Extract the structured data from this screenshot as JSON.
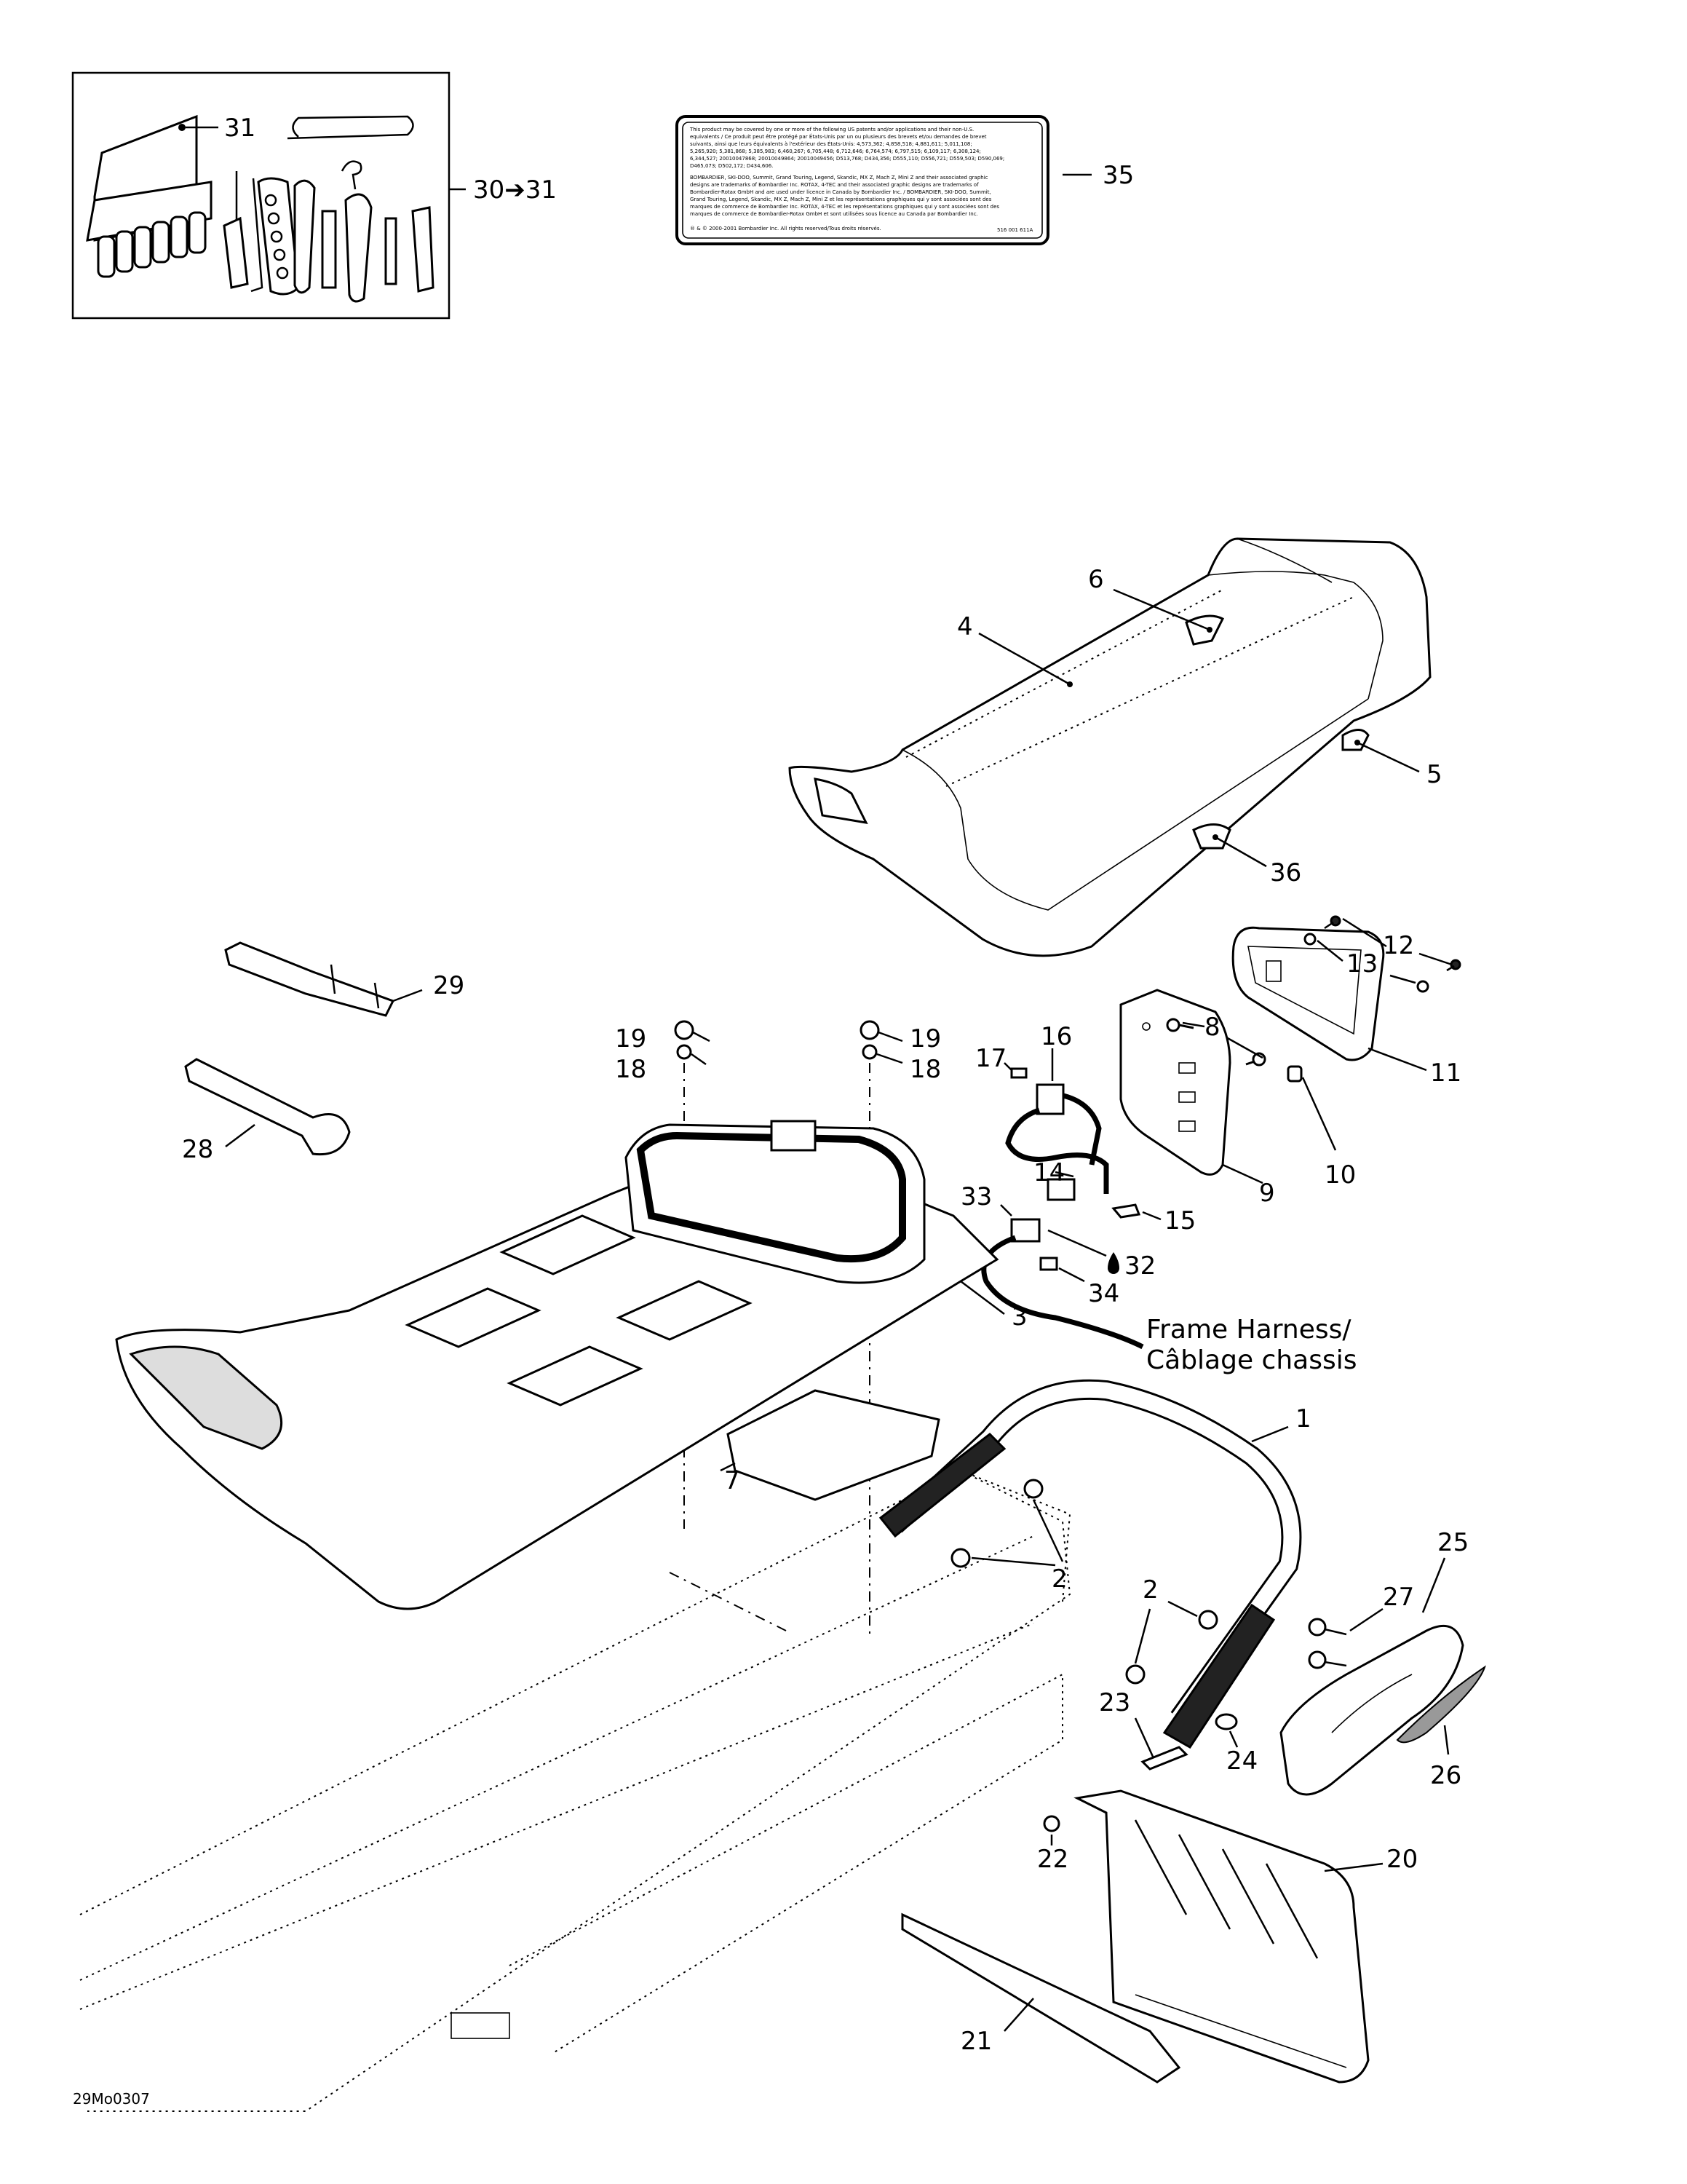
{
  "kit_box": {
    "tool_label": "31",
    "kit_label": "30➔31"
  },
  "decal": {
    "label": "35",
    "text_lines": [
      "This product may be covered by one or more of the following US patents and/or applications and their non-U.S.",
      "equivalents / Ce produit peut être protégé par États-Unis par un ou plusieurs des brevets et/ou demandes de brevet",
      "suivants, ainsi que leurs équivalents à l'extérieur des États-Unis: 4,573,362; 4,858,518; 4,881,611; 5,011,108;",
      "5,265,920; 5,381,868; 5,385,983; 6,460,267; 6,705,448; 6,712,646; 6,764,574; 6,797,515; 6,109,117; 6,308,124;",
      "6,344,527; 20010047868; 20010049864; 20010049456; D513,768; D434,356; D555,110; D556,721; D559,503; D590,069;",
      "D465,073; D502,172; D434,606.",
      "BOMBARDIER, SKI-DOO, Summit, Grand Touring, Legend, Skandic, MX Z, Mach Z, Mini Z and their associated graphic",
      "designs are trademarks of Bombardier Inc. ROTAX, 4-TEC and their associated graphic designs are trademarks of",
      "Bombardier-Rotax GmbH and are used under licence in Canada by Bombardier Inc. / BOMBARDIER, SKI-DOO, Summit,",
      "Grand Touring, Legend, Skandic, MX Z, Mach Z, Mini Z et les représentations graphiques qui y sont associées sont des",
      "marques de commerce de Bombardier Inc. ROTAX, 4-TEC et les représentations graphiques qui y sont associées sont des",
      "marques de commerce de Bombardier-Rotax GmbH et sont utilisées sous licence au Canada par Bombardier Inc.",
      "® & © 2000-2001 Bombardier Inc. All rights reserved/Tous droits réservés."
    ],
    "code": "516 001 611A"
  },
  "callouts": {
    "c1": "1",
    "c2a": "2",
    "c2b": "2",
    "c3": "3",
    "c4": "4",
    "c5": "5",
    "c6": "6",
    "c7": "7",
    "c8": "8",
    "c9": "9",
    "c10": "10",
    "c11": "11",
    "c12": "12",
    "c13": "13",
    "c14": "14",
    "c15": "15",
    "c16": "16",
    "c17": "17",
    "c18a": "18",
    "c18b": "18",
    "c19a": "19",
    "c19b": "19",
    "c20": "20",
    "c21": "21",
    "c22": "22",
    "c23": "23",
    "c24": "24",
    "c25": "25",
    "c26": "26",
    "c27": "27",
    "c28": "28",
    "c29": "29",
    "c32": "32",
    "c33": "33",
    "c34": "34",
    "c36": "36"
  },
  "harness_label": {
    "line1": "Frame Harness/",
    "line2": "Câblage chassis"
  },
  "drop_icon": "water-drop-icon",
  "drawing_code": "29Mo0307"
}
